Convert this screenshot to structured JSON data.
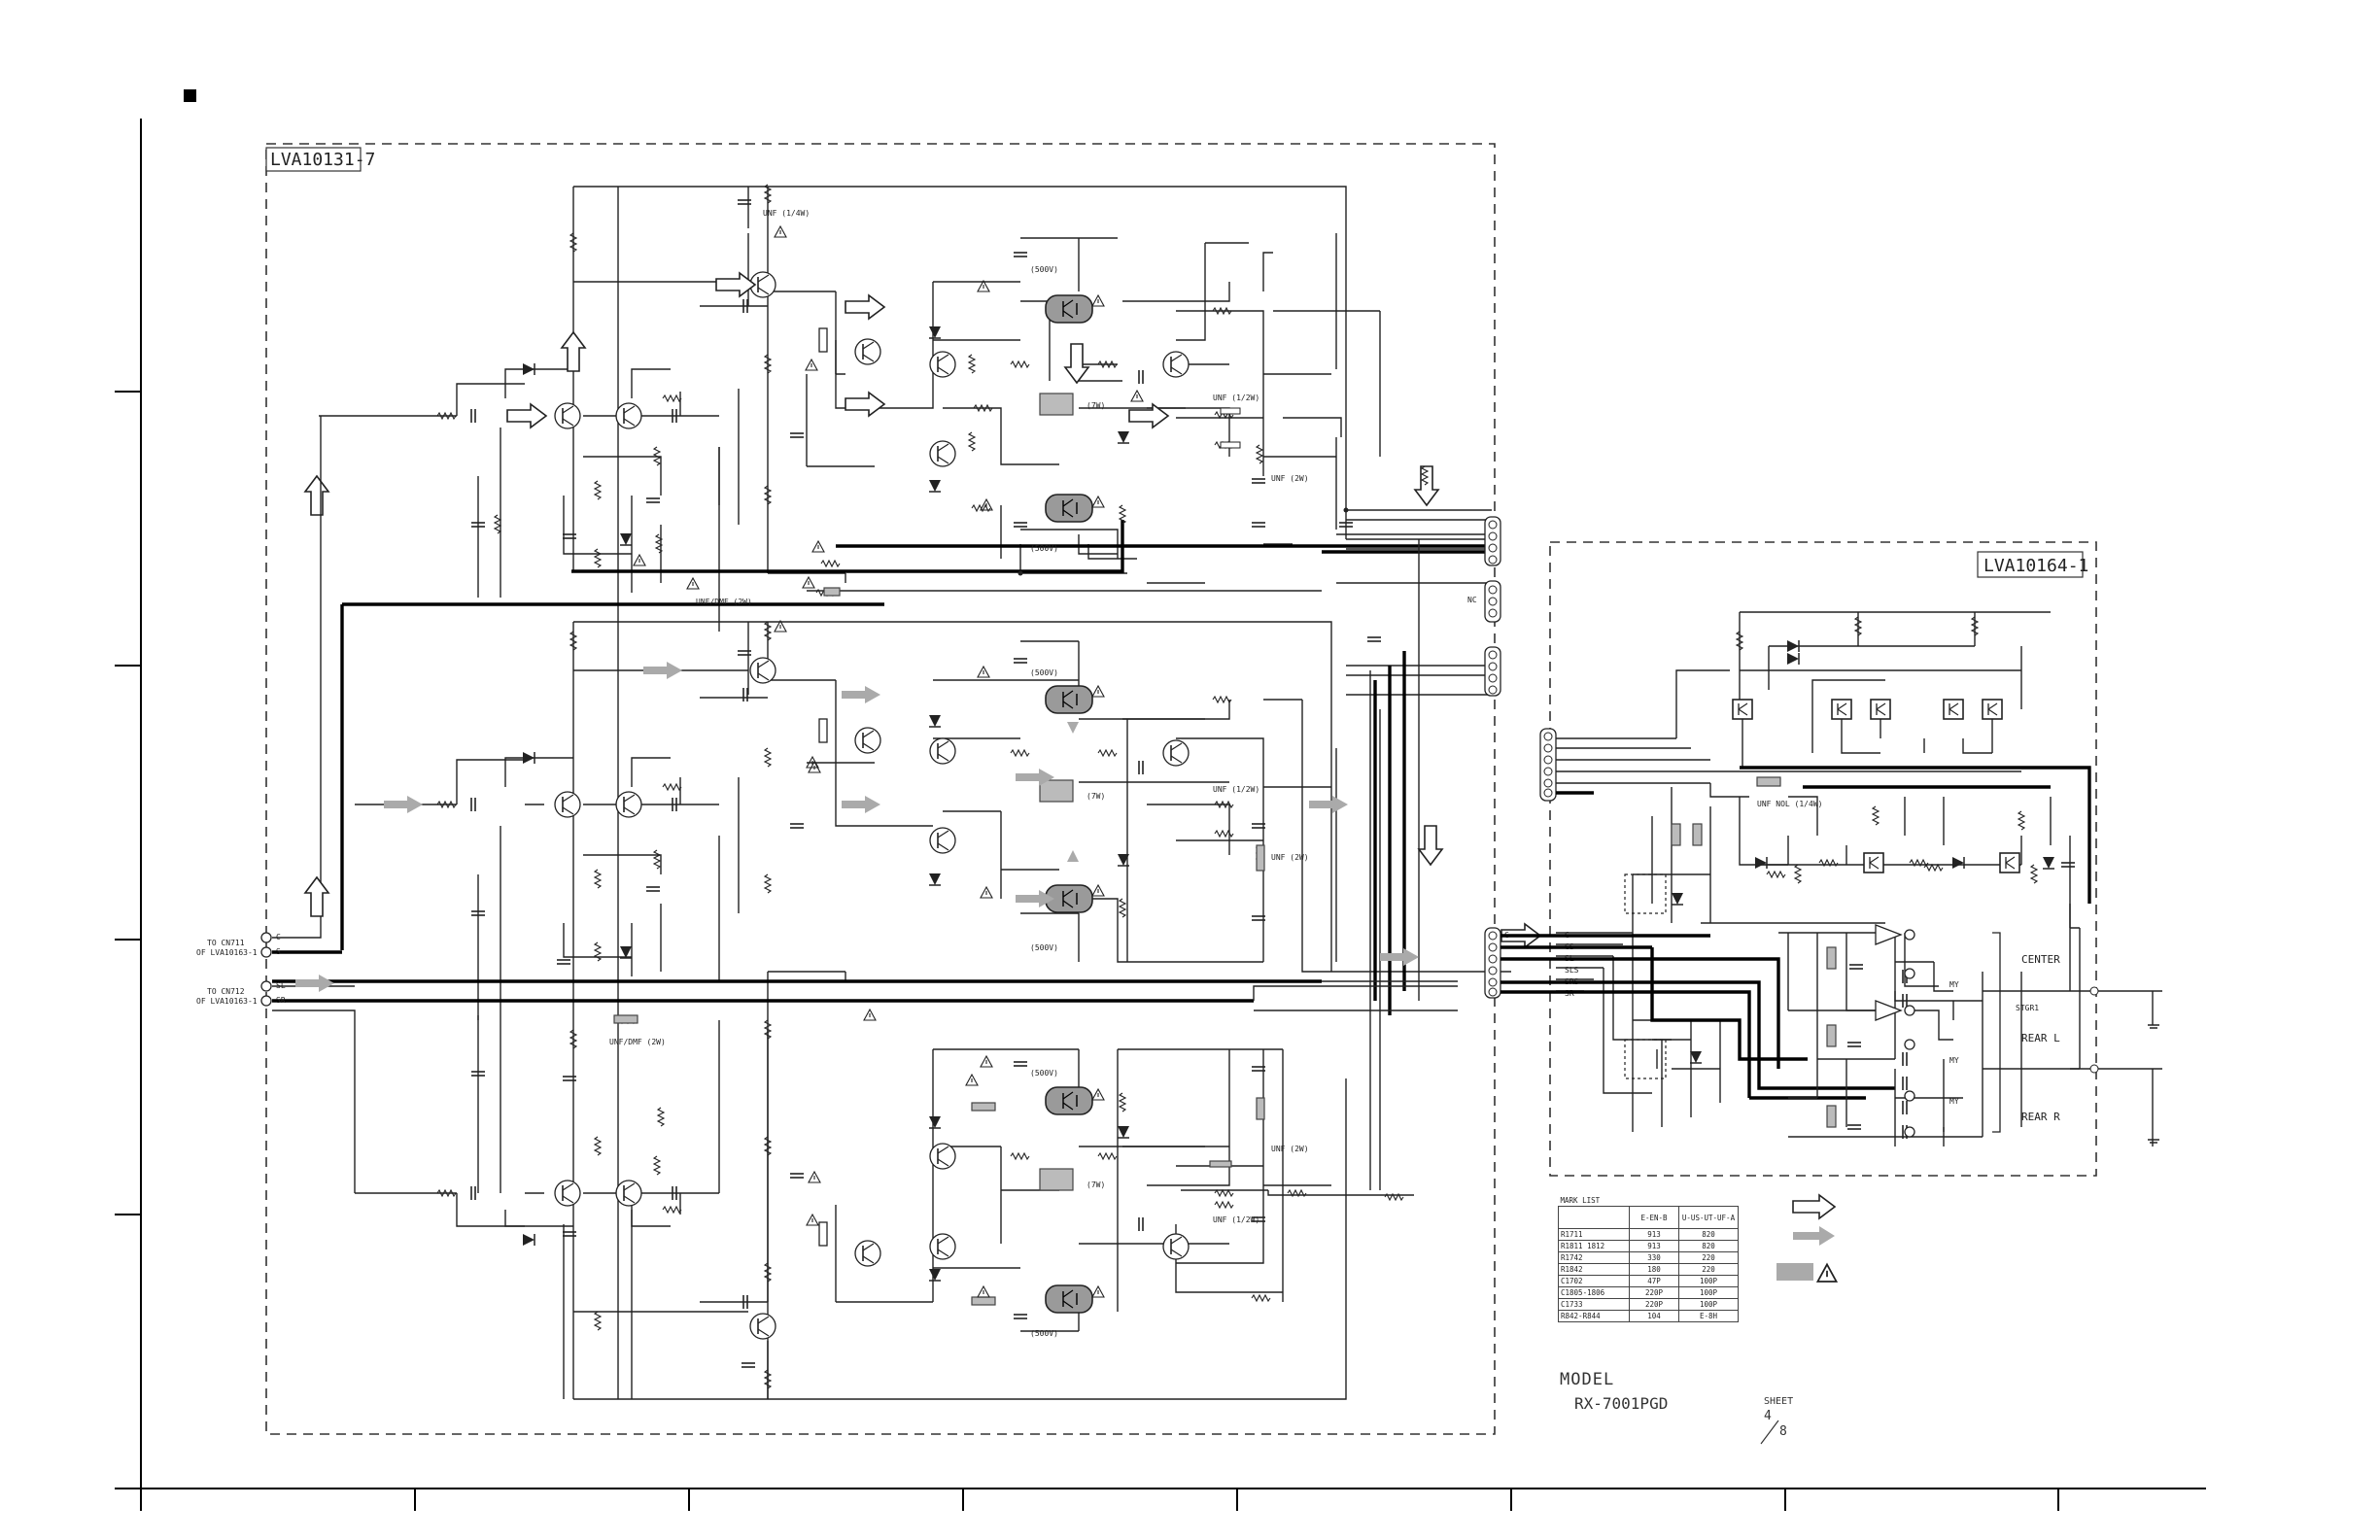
{
  "board_main": {
    "label": "LVA10131-7"
  },
  "board_relay": {
    "label": "LVA10164-1"
  },
  "connectors": {
    "in1_line1": "TO CN711",
    "in1_line2": "OF LVA10163-1",
    "in2_line1": "TO CN712",
    "in2_line2": "OF LVA10163-1",
    "in1_pins": [
      "C",
      "S"
    ],
    "in2_pins": [
      "SL",
      "SR"
    ],
    "nc_label": "NC",
    "bus_pins": [
      "C",
      "CS",
      "SL",
      "SLS",
      "SRS",
      "SR"
    ]
  },
  "outputs": {
    "center": "CENTER",
    "stgr": "STGR1",
    "rear_l": "REAR L",
    "rear_r": "REAR R",
    "my1": "MY",
    "my2": "MY",
    "my3": "MY"
  },
  "annotations": {
    "unf_quarter": "UNF\n(1/4W)",
    "v500": "(500V)",
    "w7": "(7W)",
    "unf_half": "UNF\n(1/2W)",
    "unf_2w": "UNF\n(2W)",
    "unf_dmf": "UNF/DMF\n(2W)",
    "unf_nol": "UNF NOL\n(1/4W)"
  },
  "mark_list": {
    "title": "MARK LIST",
    "columns": [
      "",
      "E-EN-B",
      "U-US-UT-UF-A"
    ],
    "rows": [
      [
        "R1711",
        "913",
        "820"
      ],
      [
        "R1811 1812",
        "913",
        "820"
      ],
      [
        "R1742",
        "330",
        "220"
      ],
      [
        "R1842",
        "180",
        "220"
      ],
      [
        "C1702",
        "47P",
        "100P"
      ],
      [
        "C1805-1806",
        "220P",
        "100P"
      ],
      [
        "C1733",
        "220P",
        "100P"
      ],
      [
        "R842-R844",
        "104",
        "E-8H"
      ]
    ]
  },
  "model": {
    "label": "MODEL",
    "value": "RX-7001PGD"
  },
  "sheet": {
    "label": "SHEET",
    "number": "4",
    "total": "8"
  }
}
